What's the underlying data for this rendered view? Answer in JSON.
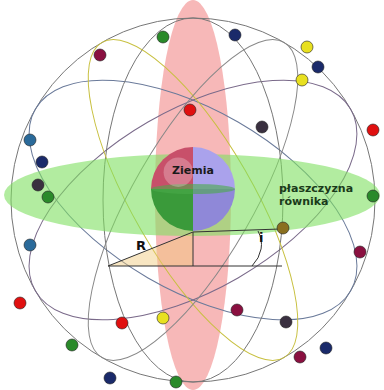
{
  "diagram": {
    "nodes": [
      {
        "text": [
          "Ziemia"
        ]
      },
      {
        "text": [
          "płaszczyzna równika"
        ]
      }
    ],
    "labels": [
      "R",
      "i"
    ]
  }
}
